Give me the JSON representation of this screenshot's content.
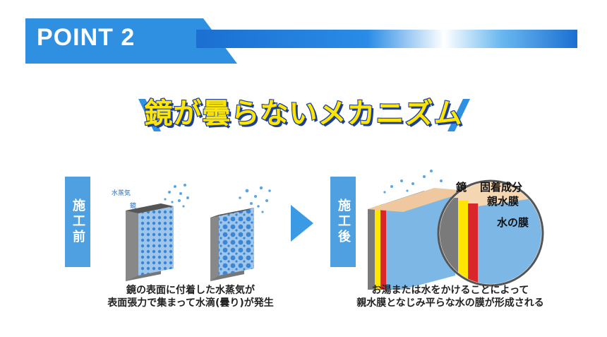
{
  "header": {
    "point_label": "POINT 2"
  },
  "title": {
    "text": "鏡が曇らないメカニズム"
  },
  "before": {
    "tag": "施工前",
    "label_vapor": "水蒸気",
    "label_mirror": "鏡",
    "caption_line1": "鏡の表面に付着した水蒸気が",
    "caption_line2": "表面張力で集まって水滴(曇り)が発生"
  },
  "after": {
    "tag": "施工後",
    "label_mirror": "鏡",
    "label_fixing": "固着成分",
    "label_hydrophilic": "親水膜",
    "label_water": "水の膜",
    "caption_line1": "お湯または水をかけることによって",
    "caption_line2": "親水膜となじみ平らな水の膜が形成される"
  },
  "colors": {
    "brand_blue": "#2f8fe0",
    "title_yellow": "#ffe600",
    "tag_blue": "#4ea0e0",
    "arrow_blue": "#3a9be4",
    "water_blue": "#7db7e6",
    "mirror_gray": "#7a7a7a",
    "fixing_yellow": "#ffe600",
    "hydrophilic_red": "#d9262b"
  },
  "icons": [
    "slash-decoration-icon",
    "right-arrow-icon"
  ]
}
